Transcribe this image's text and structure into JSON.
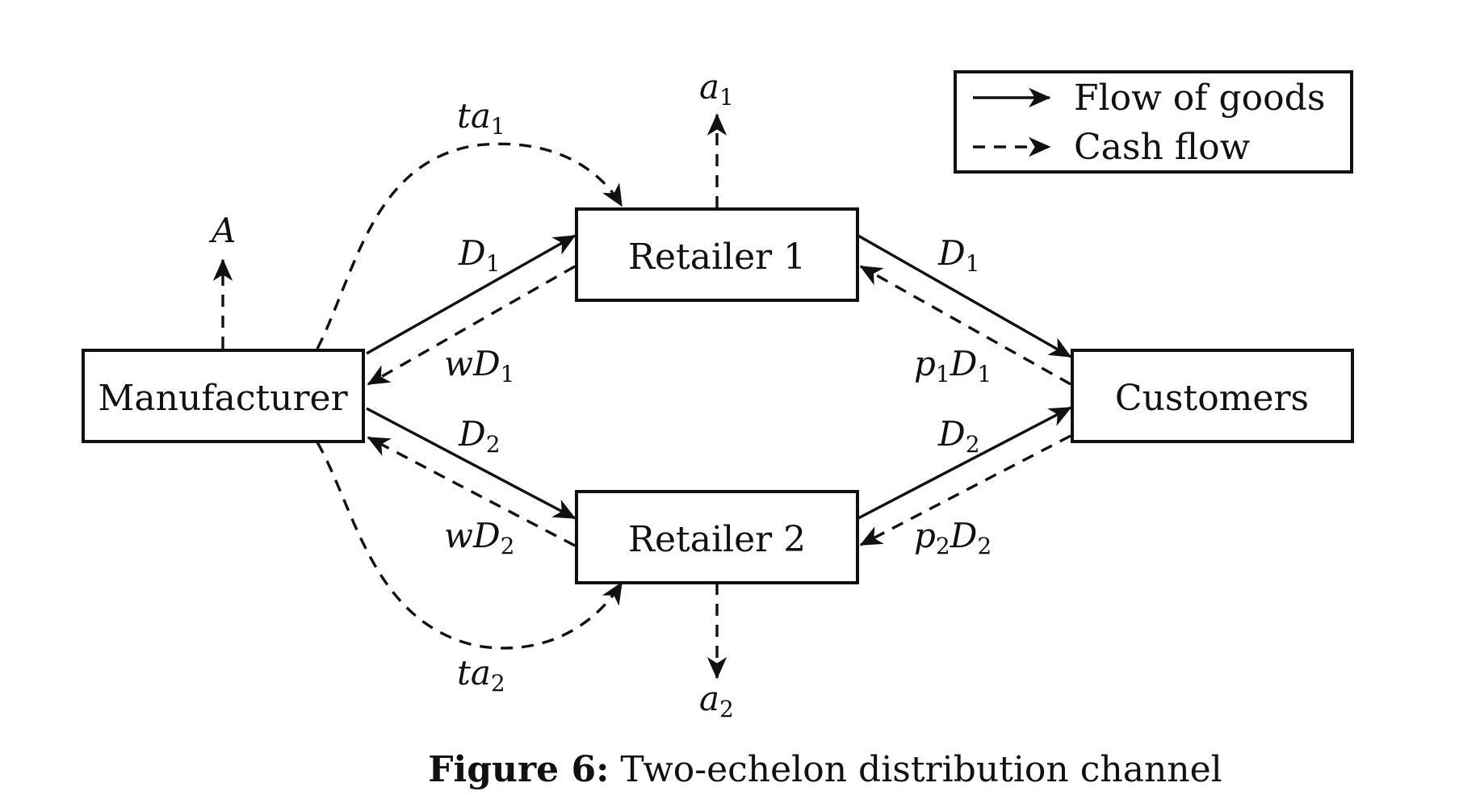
{
  "nodes": {
    "manufacturer": "Manufacturer",
    "retailer1": "Retailer 1",
    "retailer2": "Retailer 2",
    "customers": "Customers"
  },
  "labels": {
    "A": {
      "main": "A",
      "sub": ""
    },
    "a1": {
      "main": "a",
      "sub": "1"
    },
    "a2": {
      "main": "a",
      "sub": "2"
    },
    "ta1": {
      "main": "ta",
      "sub": "1"
    },
    "ta2": {
      "main": "ta",
      "sub": "2"
    },
    "D1_left": {
      "main": "D",
      "sub": "1"
    },
    "wD1": {
      "main": "wD",
      "sub": "1"
    },
    "D2_left": {
      "main": "D",
      "sub": "2"
    },
    "wD2": {
      "main": "wD",
      "sub": "2"
    },
    "D1_right": {
      "main": "D",
      "sub": "1"
    },
    "p1D1": {
      "p": "p",
      "psub": "1",
      "d": "D",
      "dsub": "1"
    },
    "D2_right": {
      "main": "D",
      "sub": "2"
    },
    "p2D2": {
      "p": "p",
      "psub": "2",
      "d": "D",
      "dsub": "2"
    }
  },
  "legend": {
    "goods": "Flow of goods",
    "cash": "Cash flow"
  },
  "caption": {
    "label": "Figure 6:",
    "text": "Two-echelon distribution channel"
  }
}
